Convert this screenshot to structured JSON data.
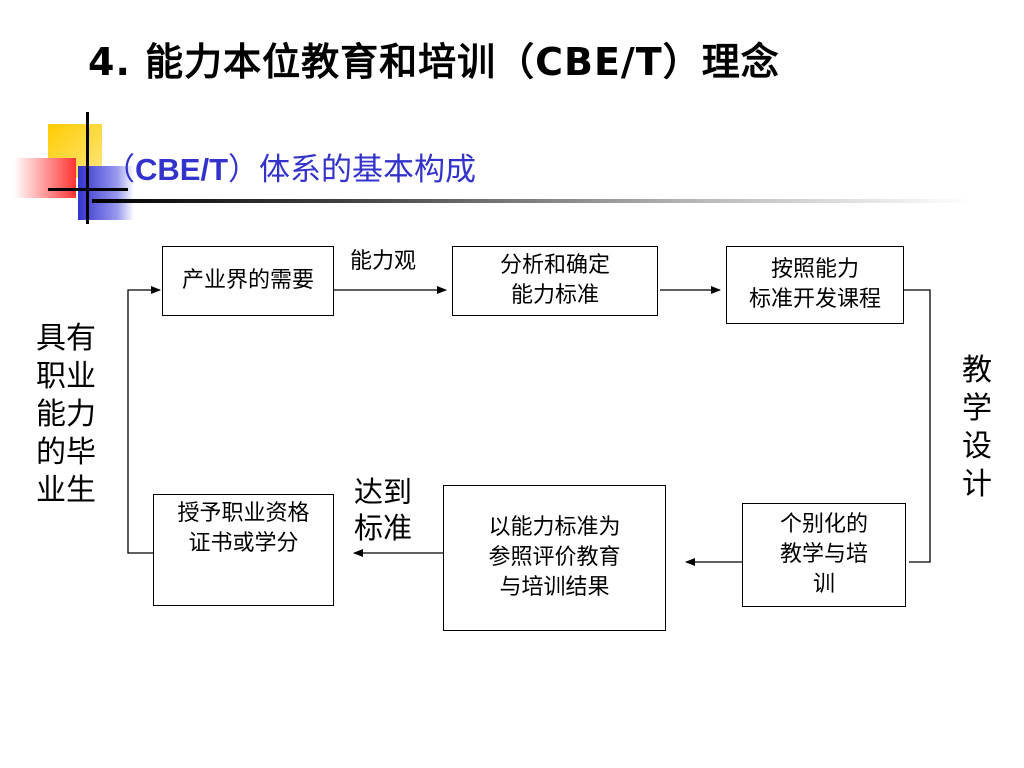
{
  "slide": {
    "title": "4. 能力本位教育和培训（CBE/T）理念",
    "subtitle_open": "（",
    "subtitle_latin": "CBE/T",
    "subtitle_rest": "）体系的基本构成"
  },
  "diagram": {
    "nodes": {
      "industry_needs": "产业界的需要",
      "determine_standard": "分析和确定\n能力标准",
      "develop_course": "按照能力\n标准开发课程",
      "individual_teaching": "个别化的\n教学与培\n训",
      "evaluate_results": "以能力标准为\n参照评价教育\n与培训结果",
      "grant_certificate": "授予职业资格\n证书或学分"
    },
    "edge_labels": {
      "competency_view": "能力观",
      "meet_standard": "达到\n标准"
    },
    "side_labels": {
      "graduate": "具有\n职业\n能力\n的毕\n业生",
      "instructional_design": "教\n学\n设\n计"
    }
  },
  "colors": {
    "subtitle": "#3333cc",
    "deco_yellow": "#ffcc00",
    "deco_blue": "#3333cc",
    "deco_red": "#ff3333"
  }
}
